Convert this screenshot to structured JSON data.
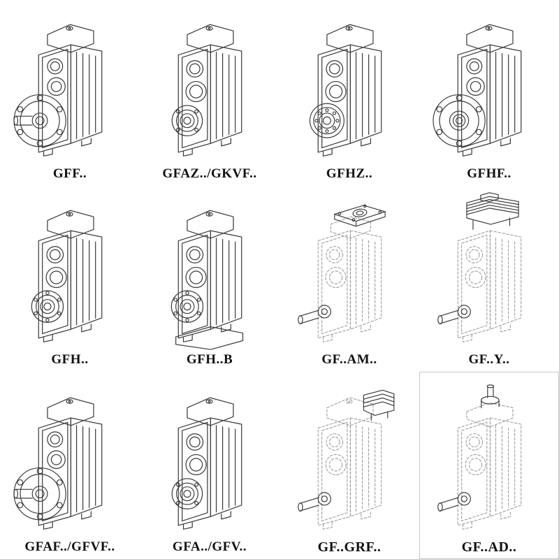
{
  "style": {
    "background": "#ffffff",
    "line_color": "#3b3b3b",
    "phantom_line_color": "#8f8f8f",
    "label_color": "#101010"
  },
  "grid": {
    "rows": 3,
    "cols": 4,
    "cells": [
      {
        "label": "GFF..",
        "variant": "flange-solid-shaft",
        "dashed": false
      },
      {
        "label": "GFAZ../GKVF..",
        "variant": "hollow-shaft",
        "dashed": false
      },
      {
        "label": "GFHZ..",
        "variant": "hollow-shaft-shrink-disc",
        "dashed": false
      },
      {
        "label": "GFHF..",
        "variant": "flange-hollow-shaft",
        "dashed": false
      },
      {
        "label": "GFH..",
        "variant": "hollow-shaft-bearing",
        "dashed": false
      },
      {
        "label": "GFH..B",
        "variant": "hollow-shaft-foot-mount",
        "dashed": false
      },
      {
        "label": "GF..AM..",
        "variant": "motor-adapter-flange",
        "dashed": true
      },
      {
        "label": "GF..Y..",
        "variant": "mounted-motor",
        "dashed": true
      },
      {
        "label": "GFAF../GFVF..",
        "variant": "flange-solid-shaft",
        "dashed": false
      },
      {
        "label": "GFA../GFV..",
        "variant": "hollow-shaft",
        "dashed": false
      },
      {
        "label": "GF..GRF..",
        "variant": "input-flange-block",
        "dashed": true
      },
      {
        "label": "GF..AD..",
        "variant": "input-shaft-adapter",
        "dashed": true
      }
    ]
  }
}
